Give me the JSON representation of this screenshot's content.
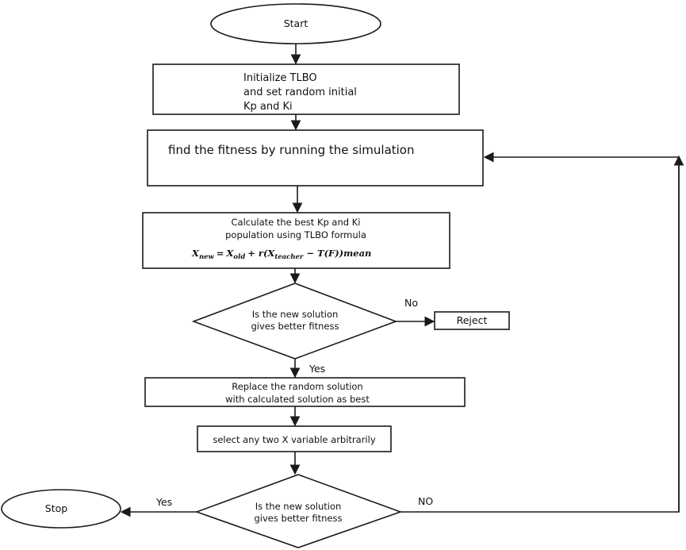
{
  "nodes": {
    "start": "Start",
    "init": [
      "Initialize TLBO",
      "and set random initial",
      "Kp and Ki"
    ],
    "fitness": "find the fitness by running the simulation",
    "calc": [
      "Calculate the best Kp and Ki",
      "population using TLBO formula"
    ],
    "formula": {
      "lhs": "X",
      "lhs_sub": "new",
      "eq": "=",
      "old": "X",
      "old_sub": "old",
      "plus_r": "+ r(X",
      "teacher_sub": "teacher",
      "tail": "− T(F))mean"
    },
    "decision1": [
      "Is the new solution",
      "gives better fitness"
    ],
    "reject": "Reject",
    "replace": [
      "Replace the random solution",
      "with calculated solution as best"
    ],
    "select": "select any two X variable arbitrarily",
    "decision2": [
      "Is the new solution",
      "gives better fitness"
    ],
    "stop": "Stop"
  },
  "edge_labels": {
    "d1_no": "No",
    "d1_yes": "Yes",
    "d2_yes": "Yes",
    "d2_no": "NO"
  }
}
